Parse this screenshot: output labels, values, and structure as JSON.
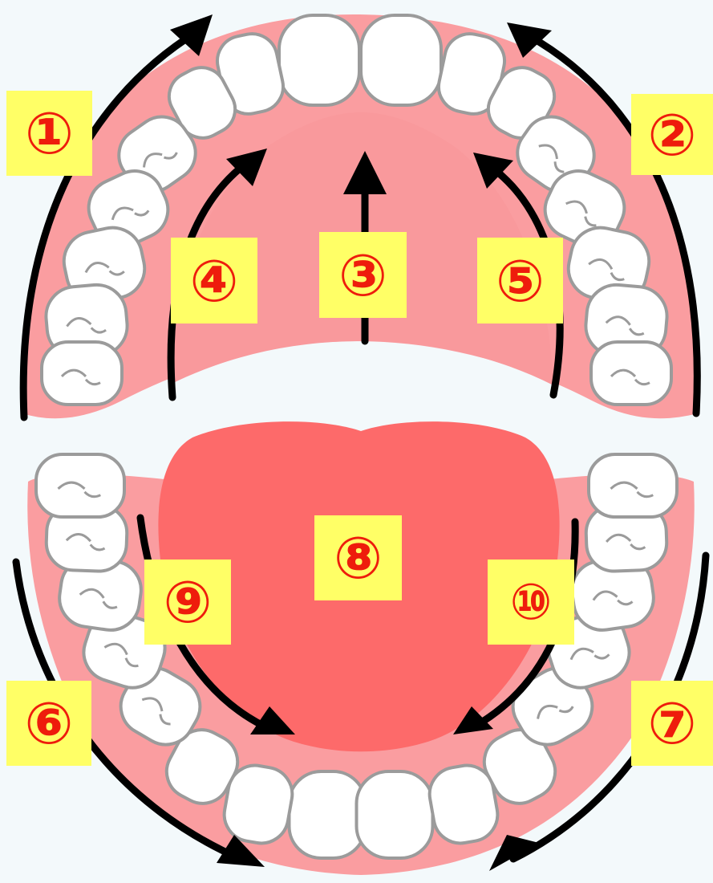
{
  "colors": {
    "background": "#f3f9fb",
    "gum": "#fa9da0",
    "gum_edge": "#f7b2b2",
    "tongue": "#fd6a6a",
    "tooth_fill": "#ffffff",
    "tooth_outline": "#9b9b9b",
    "arrow": "#000000",
    "label_background": "#ffff66",
    "label_text": "#ee1c0c"
  },
  "labels": {
    "l1": "①",
    "l2": "②",
    "l3": "③",
    "l4": "④",
    "l5": "⑤",
    "l6": "⑥",
    "l7": "⑦",
    "l8": "⑧",
    "l9": "⑨",
    "l10": "⑩"
  }
}
